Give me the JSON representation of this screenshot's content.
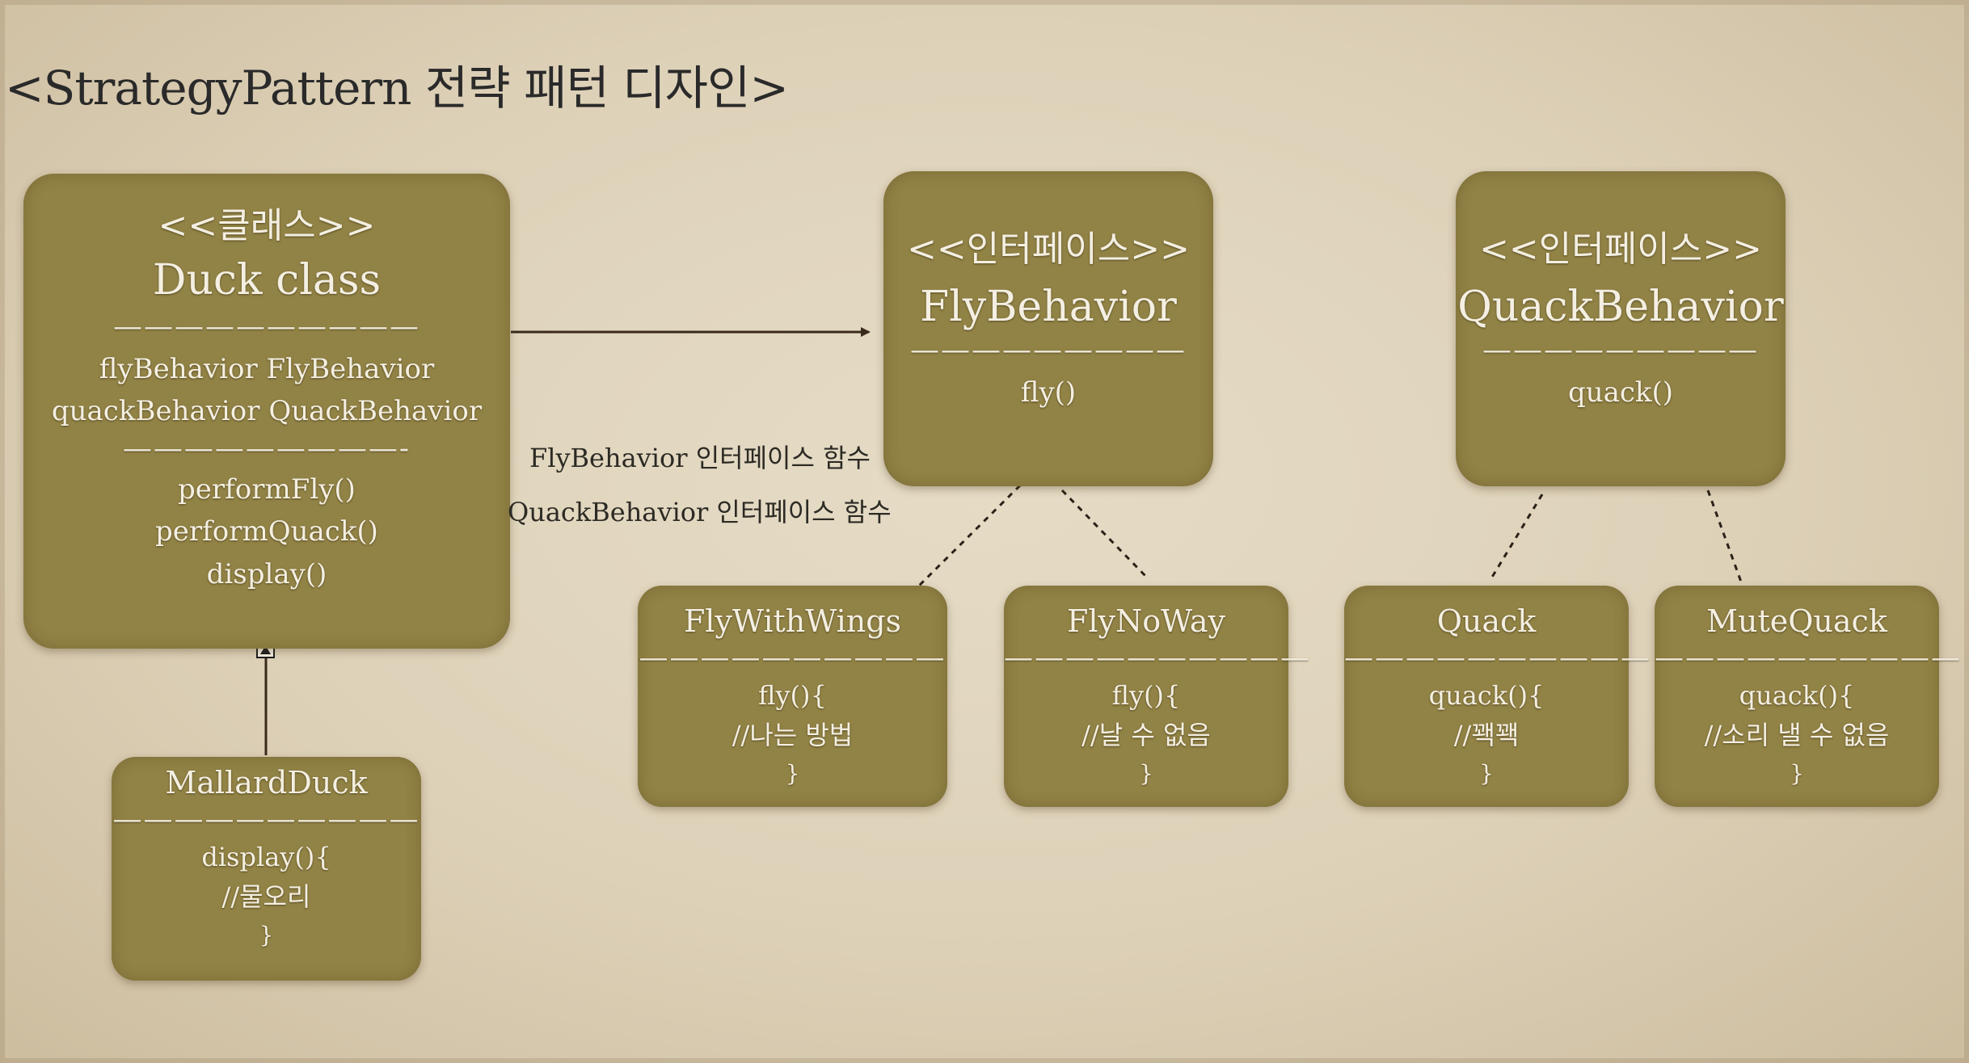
{
  "title": "<StrategyPattern 전략 패턴 디자인>",
  "duck": {
    "stereotype": "<<클래스>>",
    "name": "Duck class",
    "separator1": "——————————",
    "fields": [
      "flyBehavior FlyBehavior",
      "quackBehavior QuackBehavior"
    ],
    "separator2": "—————————-",
    "methods": [
      "performFly()",
      "performQuack()",
      "display()"
    ]
  },
  "flyBehavior": {
    "stereotype": "<<인터페이스>>",
    "name": "FlyBehavior",
    "separator": "—————————",
    "method": "fly()"
  },
  "quackBehavior": {
    "stereotype": "<<인터페이스>>",
    "name": "QuackBehavior",
    "separator": "—————————",
    "method": "quack()"
  },
  "notes": {
    "fly": "FlyBehavior 인터페이스 함수",
    "quack": "QuackBehavior 인터페이스 함수"
  },
  "flyWithWings": {
    "name": "FlyWithWings",
    "separator": "——————————",
    "lines": [
      "fly(){",
      "//나는 방법",
      "}"
    ]
  },
  "flyNoWay": {
    "name": "FlyNoWay",
    "separator": "——————————",
    "lines": [
      "fly(){",
      "//날 수 없음",
      "}"
    ]
  },
  "quack": {
    "name": "Quack",
    "separator": "——————————",
    "lines": [
      "quack(){",
      "//꽥꽥",
      "}"
    ]
  },
  "muteQuack": {
    "name": "MuteQuack",
    "separator": "——————————",
    "lines": [
      "quack(){",
      "//소리 낼 수 없음",
      "}"
    ]
  },
  "mallardDuck": {
    "name": "MallardDuck",
    "separator": "——————————",
    "lines": [
      "display(){",
      "//물오리",
      "}"
    ]
  },
  "colors": {
    "box": "#918245",
    "text": "#f4efe2",
    "line": "#3a2a1c"
  }
}
